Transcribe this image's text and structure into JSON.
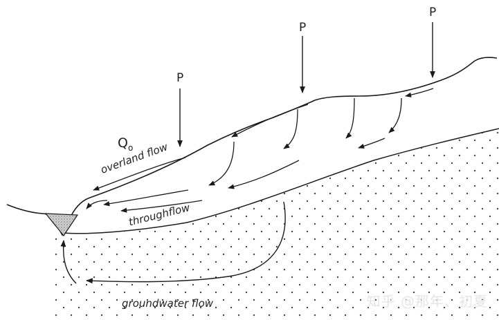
{
  "labels": {
    "precip_left": "P",
    "precip_mid": "P",
    "precip_right": "P",
    "qo_main": "Q",
    "qo_sub": "o",
    "overland": "overland flow",
    "throughflow": "throughflow",
    "groundwater": "groundwater flow"
  },
  "watermark": "知乎 @那年、初夏",
  "colors": {
    "line": "#1a1a1a",
    "dots": "#444444",
    "channel": "#bdbdbd"
  }
}
